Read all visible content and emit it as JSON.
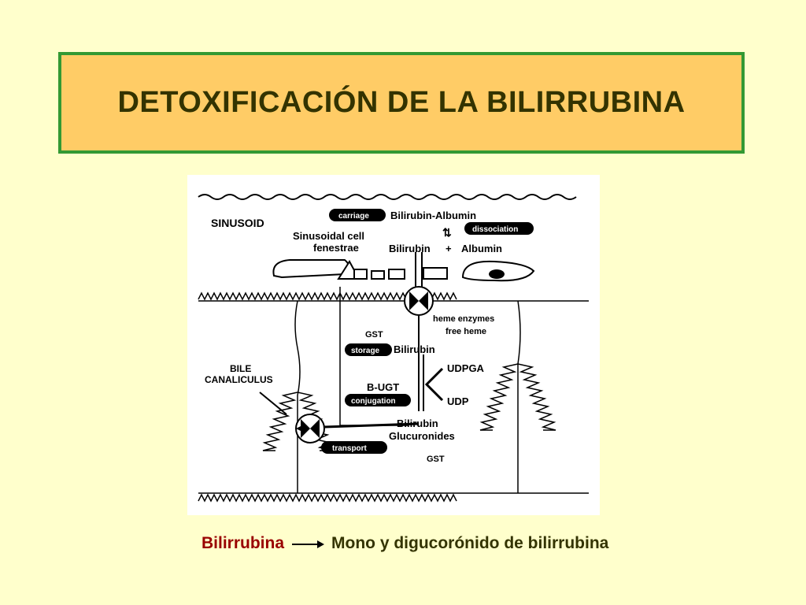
{
  "slide": {
    "title": "DETOXIFICACIÓN DE LA BILIRRUBINA",
    "colors": {
      "background": "#ffffcc",
      "title_fill": "#ffcc66",
      "title_border": "#339933",
      "title_text": "#333300",
      "caption_left": "#990000"
    }
  },
  "diagram": {
    "sinusoid": "SINUSOID",
    "fenestrae_line1": "Sinusoidal cell",
    "fenestrae_line2": "fenestrae",
    "carriage": "carriage",
    "bilirubin_albumin": "Bilirubin-Albumin",
    "dissociation": "dissociation",
    "bilirubin_plus": "Bilirubin",
    "plus": "+",
    "albumin": "Albumin",
    "heme_enzymes": "heme enzymes",
    "free_heme": "free heme",
    "gst_top": "GST",
    "storage": "storage",
    "bilirubin_mid": "Bilirubin",
    "udpga": "UDPGA",
    "bugt": "B-UGT",
    "udp": "UDP",
    "conjugation": "conjugation",
    "bile_canaliculus_line1": "BILE",
    "bile_canaliculus_line2": "CANALICULUS",
    "bilirubin_glucuronides_line1": "Bilirubin",
    "bilirubin_glucuronides_line2": "Glucuronides",
    "transport": "transport",
    "gst_bottom": "GST"
  },
  "caption": {
    "left": "Bilirrubina",
    "right": "Mono y digucorónido de bilirrubina",
    "arrow_icon": "right-arrow-icon"
  }
}
